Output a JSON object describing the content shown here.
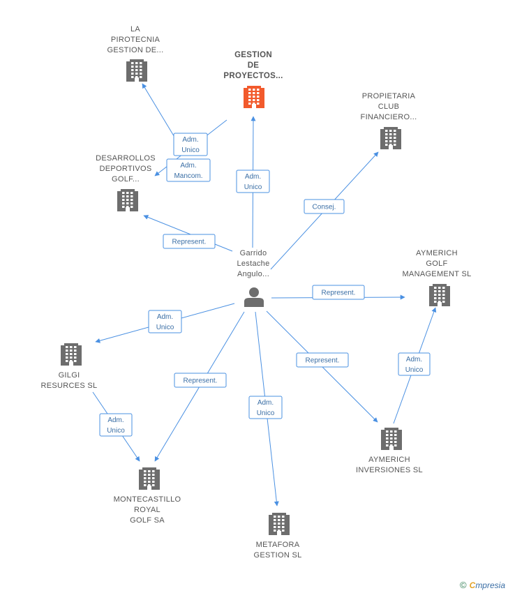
{
  "colors": {
    "main": "#f25a2c",
    "node": "#6d6d6d",
    "edge": "#4a90e2",
    "person": "#6d6d6d"
  },
  "nodes": [
    {
      "id": "center",
      "type": "person",
      "lines": [
        "Garrido",
        "Lestache",
        "Angulo..."
      ]
    },
    {
      "id": "gestion",
      "type": "company",
      "main": true,
      "lines": [
        "GESTION",
        "DE",
        "PROYECTOS..."
      ]
    },
    {
      "id": "pirotecnia",
      "type": "company",
      "lines": [
        "LA",
        "PIROTECNIA",
        "GESTION DE..."
      ]
    },
    {
      "id": "desarrollos",
      "type": "company",
      "lines": [
        "DESARROLLOS",
        "DEPORTIVOS",
        "GOLF..."
      ]
    },
    {
      "id": "propietaria",
      "type": "company",
      "lines": [
        "PROPIETARIA",
        "CLUB",
        "FINANCIERO..."
      ]
    },
    {
      "id": "aymerich_golf",
      "type": "company",
      "lines": [
        "AYMERICH",
        "GOLF",
        "MANAGEMENT SL"
      ]
    },
    {
      "id": "gilgi",
      "type": "company",
      "lines": [
        "GILGI",
        "RESURCES SL"
      ]
    },
    {
      "id": "montecastillo",
      "type": "company",
      "lines": [
        "MONTECASTILLO",
        "ROYAL",
        "GOLF SA"
      ]
    },
    {
      "id": "metafora",
      "type": "company",
      "lines": [
        "METAFORA",
        "GESTION SL"
      ]
    },
    {
      "id": "aymerich_inv",
      "type": "company",
      "lines": [
        "AYMERICH",
        "INVERSIONES SL"
      ]
    }
  ],
  "edges": [
    {
      "from": "center",
      "to": "pirotecnia",
      "lines": [
        "Adm.",
        "Unico"
      ]
    },
    {
      "from": "center",
      "to": "desarrollos",
      "lines": [
        "Adm.",
        "Mancom."
      ]
    },
    {
      "from": "center",
      "to": "gestion",
      "lines": [
        "Adm.",
        "Unico"
      ]
    },
    {
      "from": "center",
      "to": "desarrollos",
      "lines": [
        "Represent."
      ]
    },
    {
      "from": "center",
      "to": "propietaria",
      "lines": [
        "Consej."
      ]
    },
    {
      "from": "center",
      "to": "aymerich_golf",
      "lines": [
        "Represent."
      ]
    },
    {
      "from": "center",
      "to": "gilgi",
      "lines": [
        "Adm.",
        "Unico"
      ]
    },
    {
      "from": "center",
      "to": "montecastillo",
      "lines": [
        "Represent."
      ]
    },
    {
      "from": "center",
      "to": "metafora",
      "lines": [
        "Adm.",
        "Unico"
      ]
    },
    {
      "from": "center",
      "to": "aymerich_inv",
      "lines": [
        "Represent."
      ]
    },
    {
      "from": "aymerich_inv",
      "to": "aymerich_golf",
      "lines": [
        "Adm.",
        "Unico"
      ]
    },
    {
      "from": "gilgi",
      "to": "montecastillo",
      "lines": [
        "Adm.",
        "Unico"
      ]
    }
  ],
  "footer": {
    "copyright": "©",
    "brand_first": "C",
    "brand_rest": "mpresia"
  }
}
